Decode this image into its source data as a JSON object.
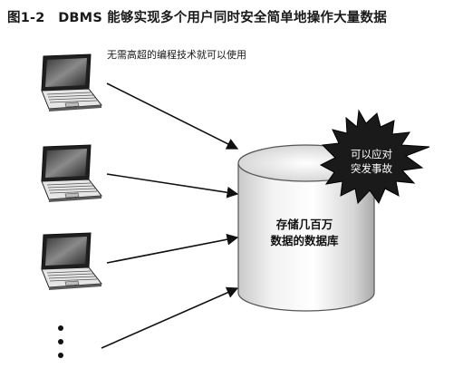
{
  "figure": {
    "title": "图1-2　DBMS 能够实现多个用户同时安全简单地操作大量数据",
    "note_top": "无需高超的编程技术就可以使用",
    "database_label": [
      "存储几百万",
      "数据的数据库"
    ],
    "starburst_label": [
      "可以应对",
      "突发事故"
    ]
  }
}
